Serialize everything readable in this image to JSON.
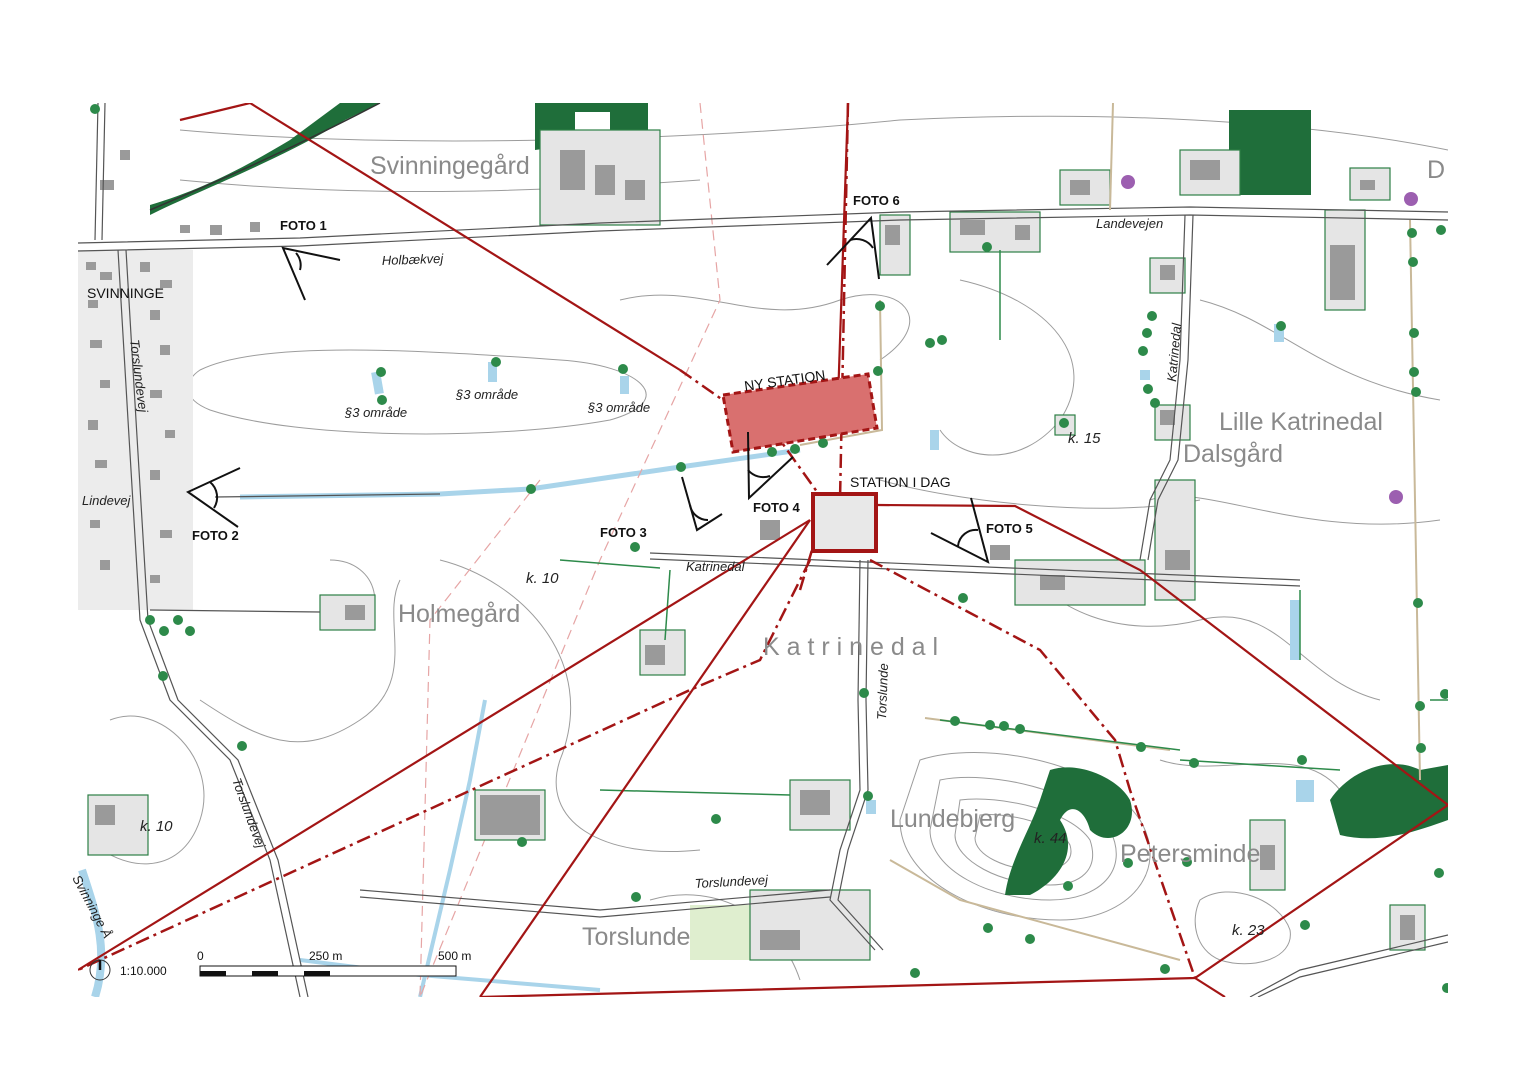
{
  "places": {
    "svinningegaard": "Svinningegård",
    "svinninge": "SVINNINGE",
    "holmegaard": "Holmegård",
    "katrinedal": "K a t r i n e d a l",
    "lille_katrinedal": "Lille Katrinedal",
    "dalsgaard": "Dalsgård",
    "lundebjerg": "Lundebjerg",
    "petersminde": "Petersminde",
    "torslunde": "Torslunde",
    "d_cut": "D"
  },
  "roads": {
    "holbaekvej": "Holbækvej",
    "landevejen": "Landevejen",
    "torslundevej_n": "Torslundevej",
    "lindevej": "Lindevej",
    "katrinedal_road": "Katrinedal",
    "katrinedal_vertical": "Katrinedal",
    "torslunde_road": "Torslunde",
    "torslundevej_sw": "Torslundevej",
    "torslundevej_s": "Torslundevej",
    "svinninge_aa": "Svinninge Å"
  },
  "photos": [
    "FOTO 1",
    "FOTO 2",
    "FOTO 3",
    "FOTO 4",
    "FOTO 5",
    "FOTO 6"
  ],
  "annotations": {
    "ny_station": "NY STATION",
    "station_i_dag": "STATION I DAG",
    "p3_area": "§3 område"
  },
  "elevations": [
    "k. 10",
    "k. 15",
    "k. 10",
    "k. 44",
    "k. 23"
  ],
  "scale_bar": {
    "ratio": "1:10.000",
    "labels": [
      "0",
      "250 m",
      "500 m"
    ]
  },
  "colors": {
    "forest": "#1f6e3a",
    "tree": "#2d8a4a",
    "water": "#a9d4ea",
    "red_line": "#a31515",
    "new_station_fill": "#d9706f",
    "building": "#9a9a9a"
  }
}
